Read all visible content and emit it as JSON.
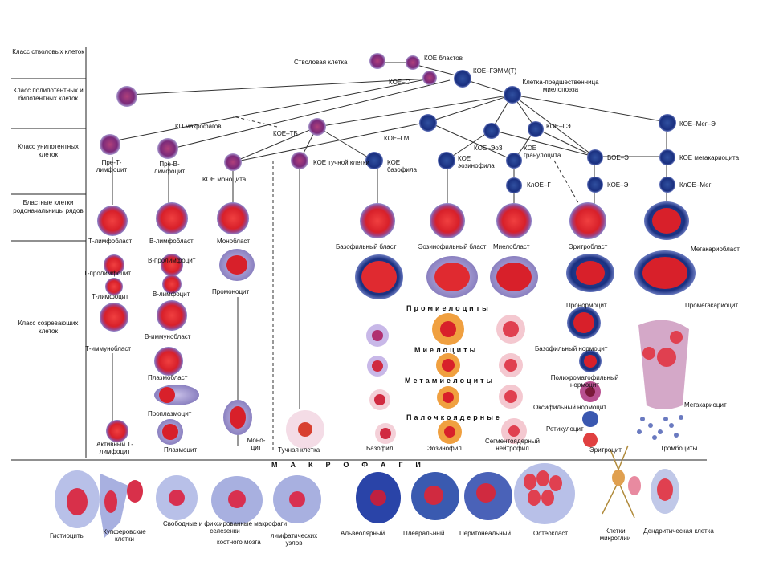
{
  "classes": {
    "stem": "Класс стволовых клеток",
    "poly": "Класс полипотентных и бипотентных клеток",
    "uni": "Класс унипотентных клеток",
    "blast": "Бластные клетки родоначальницы рядов",
    "mature": "Класс созревающих клеток"
  },
  "labels": {
    "stem_cell": "Стволовая клетка",
    "koe_blast": "КОЕ бластов",
    "koe_gemm": "КОЕ–ГЭММ(Т)",
    "koe_s": "КОЕ–С",
    "myelo_pre": "Клетка-предшественница миелопоэза",
    "kp_macro": "КП макрофагов",
    "koe_tb": "КОЕ–ТБ",
    "koe_gm": "КОЕ–ГМ",
    "koe_ge": "КОЕ–ГЭ",
    "koe_meg_e": "КОЕ–Мег–Э",
    "pre_t": "Пре-Т-лимфоцит",
    "pre_b": "Пре-В-лимфоцит",
    "koe_mono": "КОЕ моноцита",
    "koe_mast": "КОЕ тучной клетки",
    "koe_baso": "КОЕ базофила",
    "koe_eo_short": "КОЕ–ЭоЗ",
    "koe_eo": "КОЕ эозинофила",
    "koe_gran": "КОЕ гранулоцита",
    "boe_e1": "БОЕ–Э",
    "koe_mega": "КОЕ мегакариоцита",
    "kloe_g": "КлОЕ–Г",
    "koe_e": "КОЕ–Э",
    "kloe_meg": "КлОЕ–Мег",
    "t_lymphoblast": "Т-лимфобласт",
    "b_lymphoblast": "В-лимфобласт",
    "monoblast": "Монобласт",
    "baso_blast": "Базофильный бласт",
    "eo_blast": "Эозинофильный бласт",
    "myeloblast": "Миелобласт",
    "erythroblast": "Эритробласт",
    "megakaryoblast": "Мегакариобласт",
    "t_prolymph": "Т-пролимфоцит",
    "b_prolymph": "В-пролимфоцит",
    "promonocyte": "Промоноцит",
    "t_lymph": "Т-лимфоцит",
    "b_lymph": "В-лимфоцит",
    "t_immunoblast": "Т-иммунобласт",
    "b_immunoblast": "В-иммунобласт",
    "plasmoblast": "Плазмобласт",
    "proplasmocyte": "Проплазмоцит",
    "plasmocyte": "Плазмоцит",
    "active_t": "Активный Т-лимфоцит",
    "monocyte": "Моно-цит",
    "mast_cell": "Тучная клетка",
    "basophil": "Базофил",
    "eosinophil": "Эозинофил",
    "segmented": "Сегментоядерный нейтрофил",
    "erythrocyte": "Эритроцит",
    "platelets": "Тромбоциты",
    "promyelocytes": "Промиелоциты",
    "myelocytes": "Миелоциты",
    "metamyelocytes": "Метамиелоциты",
    "band": "Палочкоядерные",
    "pronormocyte": "Пронормоцит",
    "promegakaryocyte": "Промегакариоцит",
    "baso_normo": "Базофильный нормоцит",
    "poly_normo": "Полихроматофильный нормоцит",
    "ortho_normo": "Оксифильный нормоцит",
    "reticulocyte": "Ретикулоцит",
    "megakaryocyte": "Мегакариоцит",
    "macrophages": "МАКРОФАГИ",
    "histiocytes": "Гистиоциты",
    "kupffer": "Купферовские клетки",
    "spleen": "Свободные и фиксированные макрофаги селезенки",
    "bone_marrow": "костного мозга",
    "lymph_nodes": "лимфатических узлов",
    "alveolar": "Альвеолярный",
    "pleural": "Плевральный",
    "peritoneal": "Перитонеальный",
    "osteoclast": "Остеокласт",
    "microglia": "Клетки микроглии",
    "dendritic": "Дендритическая клетка"
  },
  "colors": {
    "purple": "#7a3a8a",
    "red": "#d8202a",
    "blue": "#2a4a9a",
    "pink": "#e7a0b8",
    "orange": "#f0a040",
    "lilac": "#a7a3d6"
  }
}
